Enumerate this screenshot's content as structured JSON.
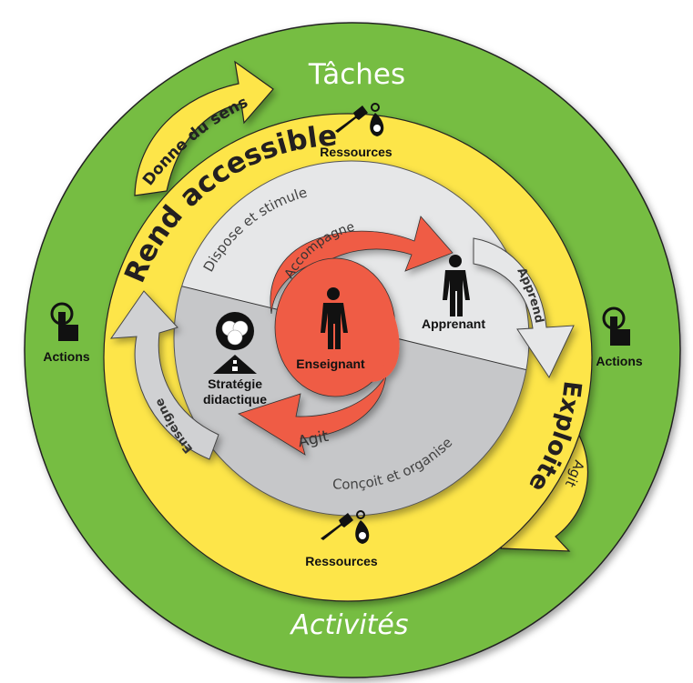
{
  "colors": {
    "green": "#76bd43",
    "yellow": "#fde549",
    "gray_light": "#e6e7e8",
    "gray_dark": "#c6c7c9",
    "red": "#ef5b45",
    "dark": "#231f20"
  },
  "outer": {
    "top_label": "Tâches",
    "bottom_label": "Activités",
    "left_arrow": "Donne du sens",
    "right_arrow": "Agit",
    "left_actions": "Actions",
    "right_actions": "Actions"
  },
  "middle": {
    "top_label": "Rend accessible",
    "right_label": "Exploite",
    "top_resources": "Ressources",
    "bottom_resources": "Ressources"
  },
  "inner": {
    "top_label": "Dispose et stimule",
    "bottom_label": "Conçoit et organise",
    "left_arrow": "Enseigne",
    "right_arrow": "Apprend",
    "strategy": [
      "Stratégie",
      "didactique"
    ],
    "learner": "Apprenant"
  },
  "core": {
    "teacher": "Enseignant",
    "top_arrow": "Accompagne",
    "bottom_arrow": "Agit"
  }
}
